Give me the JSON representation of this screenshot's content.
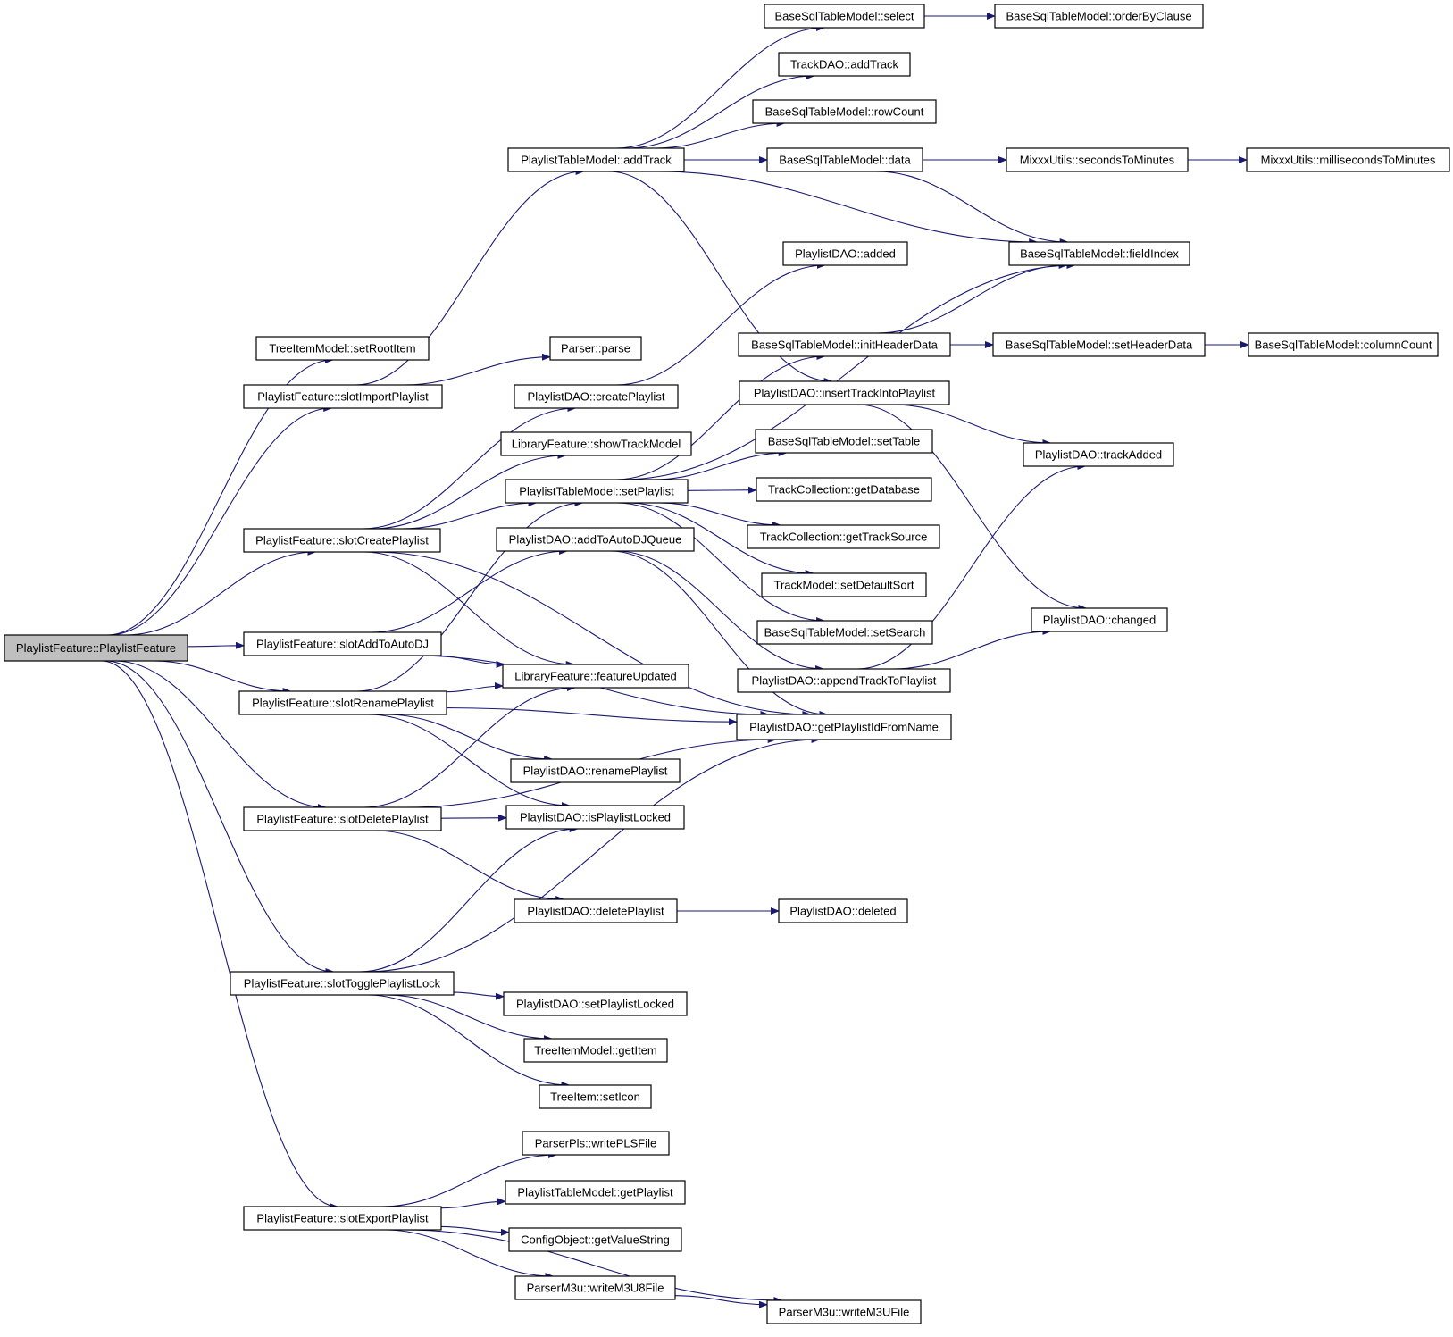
{
  "diagram": {
    "colors": {
      "edge": "#191970",
      "root_fill": "#bfbfbf",
      "node_fill": "#ffffff",
      "border": "#000000"
    },
    "nodes": [
      {
        "id": "root",
        "label": "PlaylistFeature::PlaylistFeature",
        "root": true
      },
      {
        "id": "setRootItem",
        "label": "TreeItemModel::setRootItem"
      },
      {
        "id": "slotImportPlaylist",
        "label": "PlaylistFeature::slotImportPlaylist"
      },
      {
        "id": "slotCreatePlaylist",
        "label": "PlaylistFeature::slotCreatePlaylist"
      },
      {
        "id": "slotAddToAutoDJ",
        "label": "PlaylistFeature::slotAddToAutoDJ"
      },
      {
        "id": "slotRenamePlaylist",
        "label": "PlaylistFeature::slotRenamePlaylist"
      },
      {
        "id": "slotDeletePlaylist",
        "label": "PlaylistFeature::slotDeletePlaylist"
      },
      {
        "id": "slotTogglePlaylistLock",
        "label": "PlaylistFeature::slotTogglePlaylistLock"
      },
      {
        "id": "slotExportPlaylist",
        "label": "PlaylistFeature::slotExportPlaylist"
      },
      {
        "id": "ptmAddTrack",
        "label": "PlaylistTableModel::addTrack"
      },
      {
        "id": "parse",
        "label": "Parser::parse"
      },
      {
        "id": "createPlaylist",
        "label": "PlaylistDAO::createPlaylist"
      },
      {
        "id": "showTrackModel",
        "label": "LibraryFeature::showTrackModel"
      },
      {
        "id": "setPlaylist",
        "label": "PlaylistTableModel::setPlaylist"
      },
      {
        "id": "addToAutoDJQueue",
        "label": "PlaylistDAO::addToAutoDJQueue"
      },
      {
        "id": "featureUpdated",
        "label": "LibraryFeature::featureUpdated"
      },
      {
        "id": "renamePlaylist",
        "label": "PlaylistDAO::renamePlaylist"
      },
      {
        "id": "isPlaylistLocked",
        "label": "PlaylistDAO::isPlaylistLocked"
      },
      {
        "id": "deletePlaylist",
        "label": "PlaylistDAO::deletePlaylist"
      },
      {
        "id": "setPlaylistLocked",
        "label": "PlaylistDAO::setPlaylistLocked"
      },
      {
        "id": "getItem",
        "label": "TreeItemModel::getItem"
      },
      {
        "id": "setIcon",
        "label": "TreeItem::setIcon"
      },
      {
        "id": "writePLSFile",
        "label": "ParserPls::writePLSFile"
      },
      {
        "id": "getPlaylist",
        "label": "PlaylistTableModel::getPlaylist"
      },
      {
        "id": "getValueString",
        "label": "ConfigObject::getValueString"
      },
      {
        "id": "writeM3U8File",
        "label": "ParserM3u::writeM3U8File"
      },
      {
        "id": "select",
        "label": "BaseSqlTableModel::select"
      },
      {
        "id": "trackDaoAddTrack",
        "label": "TrackDAO::addTrack"
      },
      {
        "id": "rowCount",
        "label": "BaseSqlTableModel::rowCount"
      },
      {
        "id": "data",
        "label": "BaseSqlTableModel::data"
      },
      {
        "id": "added",
        "label": "PlaylistDAO::added"
      },
      {
        "id": "initHeaderData",
        "label": "BaseSqlTableModel::initHeaderData"
      },
      {
        "id": "insertTrackIntoPlaylist",
        "label": "PlaylistDAO::insertTrackIntoPlaylist"
      },
      {
        "id": "setTable",
        "label": "BaseSqlTableModel::setTable"
      },
      {
        "id": "getDatabase",
        "label": "TrackCollection::getDatabase"
      },
      {
        "id": "getTrackSource",
        "label": "TrackCollection::getTrackSource"
      },
      {
        "id": "setDefaultSort",
        "label": "TrackModel::setDefaultSort"
      },
      {
        "id": "setSearch",
        "label": "BaseSqlTableModel::setSearch"
      },
      {
        "id": "appendTrackToPlaylist",
        "label": "PlaylistDAO::appendTrackToPlaylist"
      },
      {
        "id": "getPlaylistIdFromName",
        "label": "PlaylistDAO::getPlaylistIdFromName"
      },
      {
        "id": "deleted",
        "label": "PlaylistDAO::deleted"
      },
      {
        "id": "writeM3UFile",
        "label": "ParserM3u::writeM3UFile"
      },
      {
        "id": "orderByClause",
        "label": "BaseSqlTableModel::orderByClause"
      },
      {
        "id": "secondsToMinutes",
        "label": "MixxxUtils::secondsToMinutes"
      },
      {
        "id": "fieldIndex",
        "label": "BaseSqlTableModel::fieldIndex"
      },
      {
        "id": "setHeaderData",
        "label": "BaseSqlTableModel::setHeaderData"
      },
      {
        "id": "trackAdded",
        "label": "PlaylistDAO::trackAdded"
      },
      {
        "id": "changed",
        "label": "PlaylistDAO::changed"
      },
      {
        "id": "millisecondsToMinutes",
        "label": "MixxxUtils::millisecondsToMinutes"
      },
      {
        "id": "columnCount",
        "label": "BaseSqlTableModel::columnCount"
      }
    ],
    "edges": [
      [
        "root",
        "setRootItem"
      ],
      [
        "root",
        "slotImportPlaylist"
      ],
      [
        "root",
        "slotCreatePlaylist"
      ],
      [
        "root",
        "slotAddToAutoDJ"
      ],
      [
        "root",
        "slotRenamePlaylist"
      ],
      [
        "root",
        "slotDeletePlaylist"
      ],
      [
        "root",
        "slotTogglePlaylistLock"
      ],
      [
        "root",
        "slotExportPlaylist"
      ],
      [
        "slotImportPlaylist",
        "parse"
      ],
      [
        "slotImportPlaylist",
        "ptmAddTrack"
      ],
      [
        "slotCreatePlaylist",
        "createPlaylist"
      ],
      [
        "slotCreatePlaylist",
        "showTrackModel"
      ],
      [
        "slotCreatePlaylist",
        "setPlaylist"
      ],
      [
        "slotCreatePlaylist",
        "featureUpdated"
      ],
      [
        "slotCreatePlaylist",
        "getPlaylistIdFromName"
      ],
      [
        "slotAddToAutoDJ",
        "addToAutoDJQueue"
      ],
      [
        "slotAddToAutoDJ",
        "featureUpdated"
      ],
      [
        "slotAddToAutoDJ",
        "getPlaylistIdFromName"
      ],
      [
        "slotRenamePlaylist",
        "setPlaylist"
      ],
      [
        "slotRenamePlaylist",
        "featureUpdated"
      ],
      [
        "slotRenamePlaylist",
        "getPlaylistIdFromName"
      ],
      [
        "slotRenamePlaylist",
        "renamePlaylist"
      ],
      [
        "slotRenamePlaylist",
        "isPlaylistLocked"
      ],
      [
        "slotDeletePlaylist",
        "featureUpdated"
      ],
      [
        "slotDeletePlaylist",
        "isPlaylistLocked"
      ],
      [
        "slotDeletePlaylist",
        "getPlaylistIdFromName"
      ],
      [
        "slotDeletePlaylist",
        "deletePlaylist"
      ],
      [
        "slotTogglePlaylistLock",
        "isPlaylistLocked"
      ],
      [
        "slotTogglePlaylistLock",
        "getPlaylistIdFromName"
      ],
      [
        "slotTogglePlaylistLock",
        "setPlaylistLocked"
      ],
      [
        "slotTogglePlaylistLock",
        "getItem"
      ],
      [
        "slotTogglePlaylistLock",
        "setIcon"
      ],
      [
        "slotExportPlaylist",
        "writePLSFile"
      ],
      [
        "slotExportPlaylist",
        "getPlaylist"
      ],
      [
        "slotExportPlaylist",
        "getValueString"
      ],
      [
        "slotExportPlaylist",
        "writeM3U8File"
      ],
      [
        "slotExportPlaylist",
        "writeM3UFile"
      ],
      [
        "ptmAddTrack",
        "select"
      ],
      [
        "ptmAddTrack",
        "trackDaoAddTrack"
      ],
      [
        "ptmAddTrack",
        "rowCount"
      ],
      [
        "ptmAddTrack",
        "data"
      ],
      [
        "ptmAddTrack",
        "fieldIndex"
      ],
      [
        "ptmAddTrack",
        "insertTrackIntoPlaylist"
      ],
      [
        "createPlaylist",
        "added"
      ],
      [
        "setPlaylist",
        "fieldIndex"
      ],
      [
        "setPlaylist",
        "initHeaderData"
      ],
      [
        "setPlaylist",
        "setTable"
      ],
      [
        "setPlaylist",
        "getDatabase"
      ],
      [
        "setPlaylist",
        "getTrackSource"
      ],
      [
        "setPlaylist",
        "setDefaultSort"
      ],
      [
        "setPlaylist",
        "setSearch"
      ],
      [
        "addToAutoDJQueue",
        "appendTrackToPlaylist"
      ],
      [
        "addToAutoDJQueue",
        "getPlaylistIdFromName"
      ],
      [
        "deletePlaylist",
        "deleted"
      ],
      [
        "writeM3U8File",
        "writeM3UFile"
      ],
      [
        "select",
        "orderByClause"
      ],
      [
        "data",
        "secondsToMinutes"
      ],
      [
        "data",
        "fieldIndex"
      ],
      [
        "secondsToMinutes",
        "millisecondsToMinutes"
      ],
      [
        "initHeaderData",
        "fieldIndex"
      ],
      [
        "initHeaderData",
        "setHeaderData"
      ],
      [
        "setHeaderData",
        "columnCount"
      ],
      [
        "insertTrackIntoPlaylist",
        "trackAdded"
      ],
      [
        "insertTrackIntoPlaylist",
        "changed"
      ],
      [
        "appendTrackToPlaylist",
        "trackAdded"
      ],
      [
        "appendTrackToPlaylist",
        "changed"
      ]
    ]
  }
}
